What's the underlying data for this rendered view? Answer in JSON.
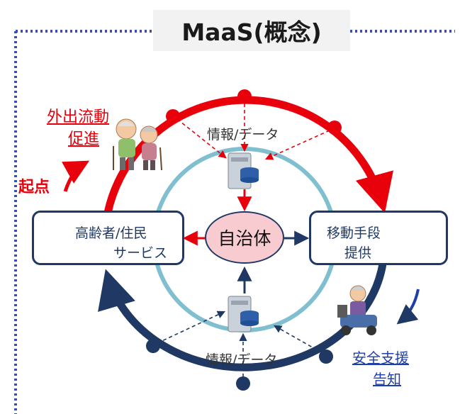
{
  "title": "MaaS(概念)",
  "center": {
    "label": "自治体"
  },
  "left_box": {
    "line1": "高齢者/住民",
    "line2": "サービス"
  },
  "right_box": {
    "line1": "移動手段",
    "line2": "提供"
  },
  "info_top": "情報/データ",
  "info_bottom": "情報/データ",
  "promote": {
    "line1": "外出流動",
    "line2": "促進"
  },
  "start_label": "起点",
  "safety": {
    "line1": "安全支援",
    "line2": "告知"
  },
  "icons": [
    "elderly-couple-icon",
    "elderly-woman-phone-icon",
    "mobility-scooter-icon",
    "elderly-on-scooter-icon",
    "database-server-icon"
  ],
  "colors": {
    "red": "#e8000b",
    "navy": "#1f3864",
    "light_blue": "#7fbfcf",
    "pink": "#f8cbd1"
  }
}
